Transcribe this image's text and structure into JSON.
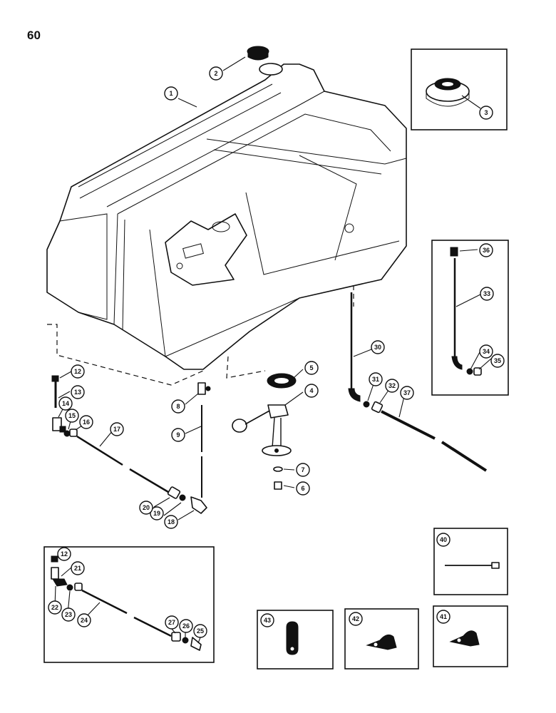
{
  "page_number": "60",
  "callouts": [
    "1",
    "2",
    "3",
    "4",
    "5",
    "6",
    "7",
    "8",
    "9",
    "12",
    "13",
    "14",
    "15",
    "16",
    "17",
    "18",
    "19",
    "20",
    "21",
    "22",
    "23",
    "24",
    "25",
    "26",
    "27",
    "30",
    "31",
    "32",
    "33",
    "34",
    "35",
    "36",
    "37",
    "40",
    "41",
    "42",
    "43"
  ],
  "insets": {
    "fittings_alt": "12",
    "standpipe": "36",
    "single_40": "40",
    "single_41": "41",
    "single_42": "42",
    "single_43": "43"
  }
}
